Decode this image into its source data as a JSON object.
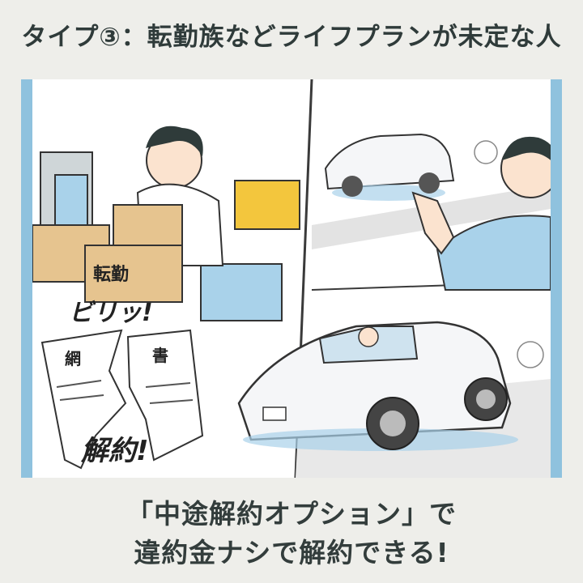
{
  "title": "タイプ③：転勤族などライフプランが未定な人",
  "illustration": {
    "box_label": "転勤",
    "sound_effect": "ビリッ!",
    "document_left_char": "網",
    "document_right_char": "書",
    "stamp_text": "解約!"
  },
  "caption": {
    "line1": "「中途解約オプション」で",
    "line2": "違約金ナシで解約できる!"
  },
  "colors": {
    "background": "#eeeeea",
    "panel_border": "#8fc2de",
    "accent_blue": "#a9d2ea",
    "box_yellow": "#f3c63d",
    "box_tan": "#e6c48f"
  }
}
